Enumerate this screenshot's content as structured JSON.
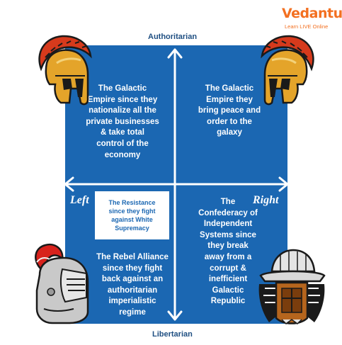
{
  "brand": {
    "name": "Vedantu",
    "tagline": "Learn LIVE Online",
    "color": "#f37021"
  },
  "axes": {
    "top": "Authoritarian",
    "bottom": "Libertarian",
    "left": "Left",
    "right": "Right"
  },
  "quadrants": {
    "top_left": [
      "The Galactic",
      "Empire since they",
      "nationalize all the",
      "private businesses",
      "& take total",
      "control of the",
      "economy"
    ],
    "top_right": [
      "The Galactic",
      "Empire they",
      "bring peace and",
      "order to the",
      "galaxy"
    ],
    "bottom_left_callout": [
      "The Resistance",
      "since they fight",
      "against White",
      "Supremacy"
    ],
    "bottom_left": [
      "The Rebel Alliance",
      "since they fight",
      "back against an",
      "authoritarian",
      "imperialistic",
      "regime"
    ],
    "bottom_right": [
      "The",
      "Confederacy of",
      "Independent",
      "Systems since",
      "they break",
      "away from a",
      "corrupt &",
      "inefficient",
      "Galactic",
      "Republic"
    ]
  },
  "colors": {
    "board": "#1b67b2",
    "axis_label": "#1f4f82",
    "callout_text": "#1b67b2"
  },
  "icons": [
    "spartan-helmet-icon",
    "knight-helmet-icon",
    "samurai-helmet-icon"
  ]
}
